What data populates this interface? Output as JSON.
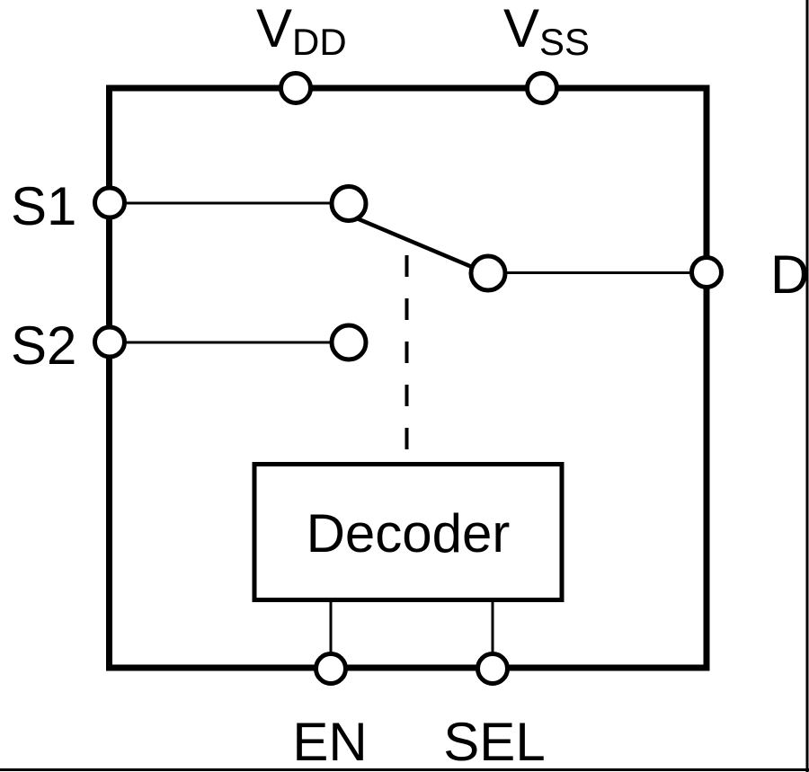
{
  "diagram": {
    "block": {
      "label": "Decoder"
    },
    "pins": [
      {
        "id": "vdd",
        "base": "V",
        "subscript": "DD",
        "side": "top"
      },
      {
        "id": "vss",
        "base": "V",
        "subscript": "SS",
        "side": "top"
      },
      {
        "id": "s1",
        "label": "S1",
        "side": "left"
      },
      {
        "id": "s2",
        "label": "S2",
        "side": "left"
      },
      {
        "id": "d",
        "label": "D",
        "side": "right"
      },
      {
        "id": "en",
        "label": "EN",
        "side": "bottom"
      },
      {
        "id": "sel",
        "label": "SEL",
        "side": "bottom"
      }
    ],
    "switch": {
      "inputs": [
        "S1",
        "S2"
      ],
      "common": "D",
      "position_shown": "S1 arm thrown toward D common"
    },
    "colors": {
      "line": "#000000",
      "background": "#ffffff"
    }
  }
}
